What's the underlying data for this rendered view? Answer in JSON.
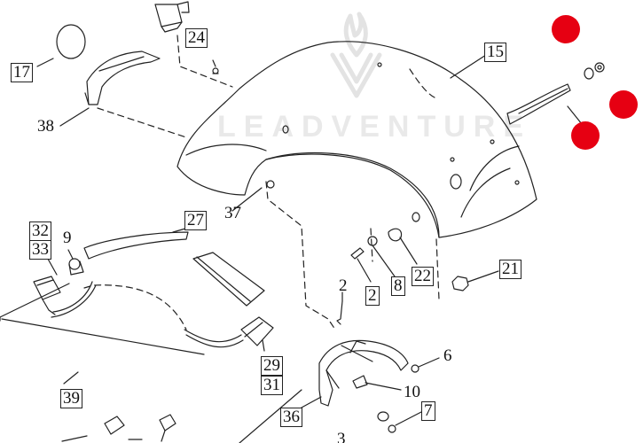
{
  "watermark": {
    "text": "LEADVENTURE"
  },
  "colors": {
    "line": "#222222",
    "hotspot": "#e60012",
    "watermark": "#e6e6e6"
  },
  "labels": {
    "l24": "24",
    "l15": "15",
    "l17": "17",
    "l38": "38",
    "l37": "37",
    "l27": "27",
    "l32": "32",
    "l33": "33",
    "l9": "9",
    "l2a": "2",
    "l2b": "2",
    "l8": "8",
    "l22": "22",
    "l21": "21",
    "l6": "6",
    "l10": "10",
    "l7": "7",
    "l29": "29",
    "l31": "31",
    "l36": "36",
    "l39": "39",
    "l3": "3"
  },
  "hotspots": [
    "hotspot-1",
    "hotspot-2",
    "hotspot-3"
  ]
}
